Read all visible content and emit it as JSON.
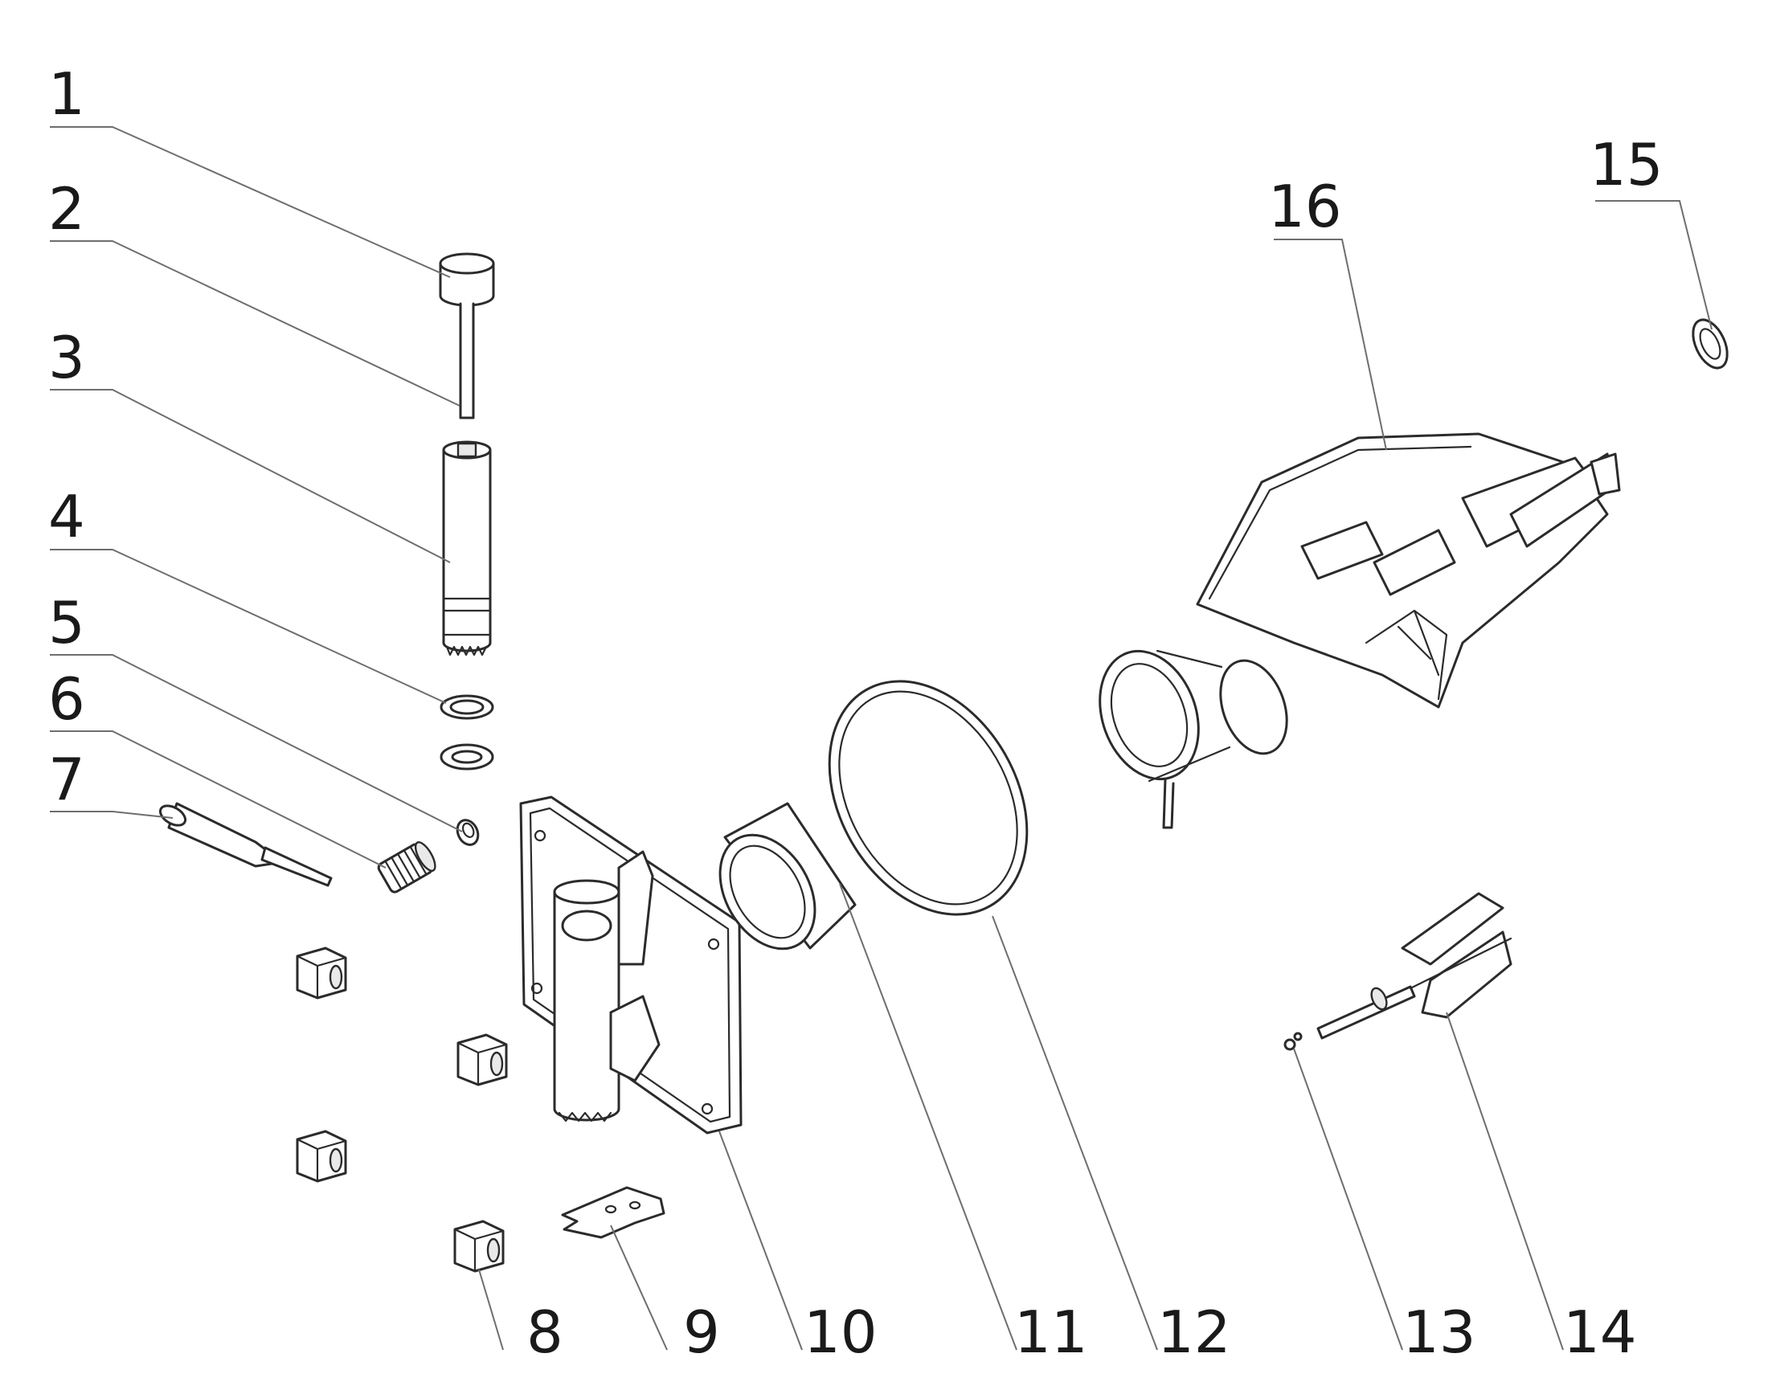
{
  "callouts": [
    {
      "id": "1",
      "label": "1"
    },
    {
      "id": "2",
      "label": "2"
    },
    {
      "id": "3",
      "label": "3"
    },
    {
      "id": "4",
      "label": "4"
    },
    {
      "id": "5",
      "label": "5"
    },
    {
      "id": "6",
      "label": "6"
    },
    {
      "id": "7",
      "label": "7"
    },
    {
      "id": "8",
      "label": "8"
    },
    {
      "id": "9",
      "label": "9"
    },
    {
      "id": "10",
      "label": "10"
    },
    {
      "id": "11",
      "label": "11"
    },
    {
      "id": "12",
      "label": "12"
    },
    {
      "id": "13",
      "label": "13"
    },
    {
      "id": "14",
      "label": "14"
    },
    {
      "id": "15",
      "label": "15"
    },
    {
      "id": "16",
      "label": "16"
    }
  ],
  "colors": {
    "line": "#2b2b2b",
    "leader": "#6e6e6e",
    "text": "#1a1a1a",
    "background": "#ffffff"
  }
}
